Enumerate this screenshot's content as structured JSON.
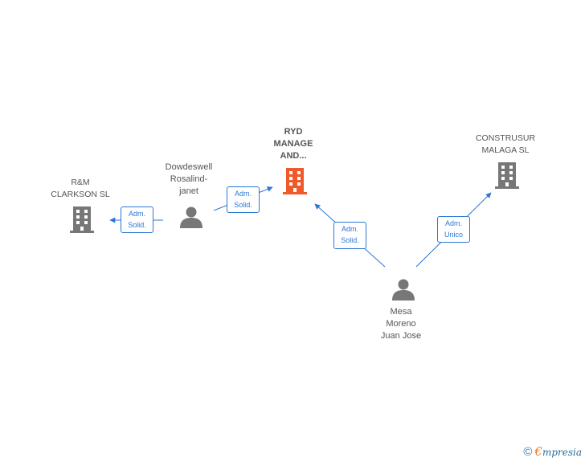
{
  "nodes": {
    "rm": {
      "lines": [
        "R&M",
        "CLARKSON SL"
      ],
      "type": "company",
      "color": "#777777"
    },
    "dowdeswell": {
      "lines": [
        "Dowdeswell",
        "Rosalind-",
        "janet"
      ],
      "type": "person",
      "color": "#777777"
    },
    "ryd": {
      "lines": [
        "RYD",
        "MANAGE",
        "AND..."
      ],
      "type": "company-main",
      "color": "#f05a2a"
    },
    "construsur": {
      "lines": [
        "CONSTRUSUR",
        "MALAGA SL"
      ],
      "type": "company",
      "color": "#777777"
    },
    "mesa": {
      "lines": [
        "Mesa",
        "Moreno",
        "Juan Jose"
      ],
      "type": "person",
      "color": "#777777"
    }
  },
  "edges": {
    "dowdeswell_rm": {
      "from": "dowdeswell",
      "to": "rm",
      "lines": [
        "Adm.",
        "Solid."
      ]
    },
    "dowdeswell_ryd": {
      "from": "dowdeswell",
      "to": "ryd",
      "lines": [
        "Adm.",
        "Solid."
      ]
    },
    "mesa_ryd": {
      "from": "mesa",
      "to": "ryd",
      "lines": [
        "Adm.",
        "Solid."
      ]
    },
    "mesa_construsur": {
      "from": "mesa",
      "to": "construsur",
      "lines": [
        "Adm.",
        "Unico"
      ]
    }
  },
  "colors": {
    "edge": "#2a77d4",
    "icon_default": "#777777",
    "icon_main": "#f05a2a"
  },
  "footer": {
    "copyright_symbol": "©",
    "brand_first": "€",
    "brand_rest": "mpresia"
  }
}
